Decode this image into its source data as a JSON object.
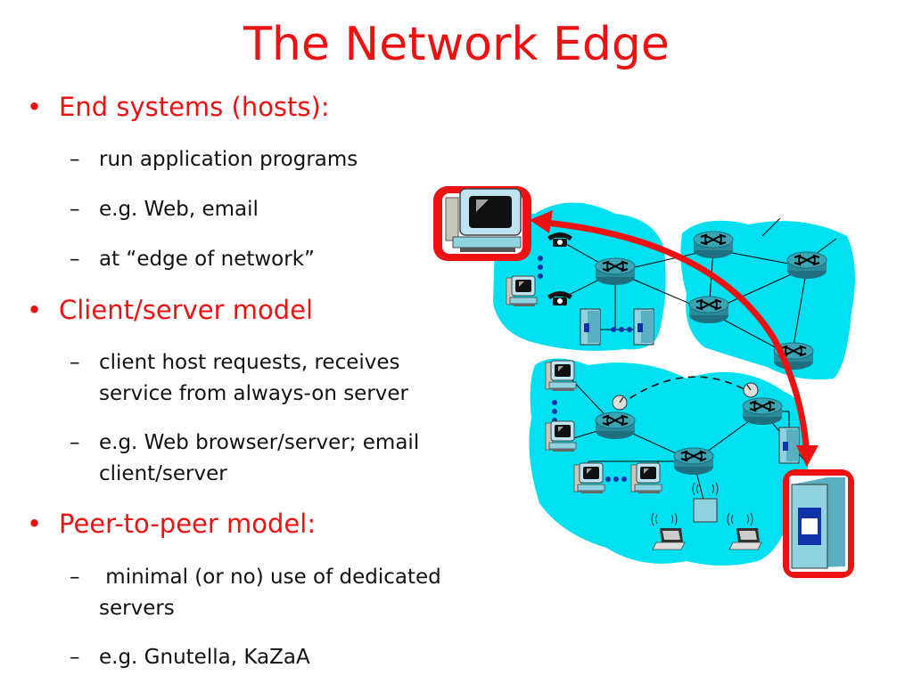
{
  "slide": {
    "title": "The Network Edge",
    "sections": [
      {
        "heading": "End systems (hosts):",
        "items": [
          "run application programs",
          "e.g. Web, email",
          "at “edge of network”"
        ]
      },
      {
        "heading": "Client/server model",
        "items": [
          [
            "client host requests, receives",
            "service from always-on server"
          ],
          [
            "e.g. Web browser/server; email",
            "client/server"
          ]
        ]
      },
      {
        "heading": "Peer-to-peer model:",
        "items": [
          [
            " minimal (or no) use of dedicated",
            "servers"
          ],
          "e.g. Gnutella, KaZaA"
        ]
      }
    ],
    "bullet_symbol": "•",
    "dash_symbol": "–"
  },
  "colors": {
    "title": "#ee1111",
    "heading": "#ee1111",
    "body_text": "#111111",
    "network_cloud": "#00e0f0",
    "highlight": "#ee1111",
    "router": "#2a8a9a",
    "server": "#8fd3e0"
  },
  "icons": [
    "desktop-computer-icon",
    "telephone-icon",
    "router-icon",
    "server-icon",
    "laptop-icon",
    "satellite-dish-icon",
    "wireless-access-point-icon"
  ]
}
